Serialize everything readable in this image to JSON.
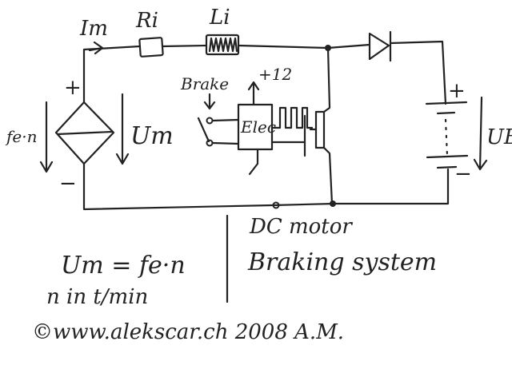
{
  "labels": {
    "current": "Im",
    "resistor": "Ri",
    "inductor": "Li",
    "brake": "Brake",
    "supply": "+12",
    "electronics": "Elec",
    "source_plus": "+",
    "source_minus": "−",
    "source_value": "fe·n",
    "motor_voltage": "Um",
    "battery_plus": "+",
    "battery_minus": "−",
    "battery_voltage": "UB",
    "title_line1": "DC motor",
    "title_line2": "Braking system",
    "formula": "Um = fe·n",
    "formula_note": "n in t/min",
    "copyright": "©www.alekscar.ch  2008 A.M."
  },
  "colors": {
    "ink": "#222222",
    "background": "#ffffff"
  }
}
